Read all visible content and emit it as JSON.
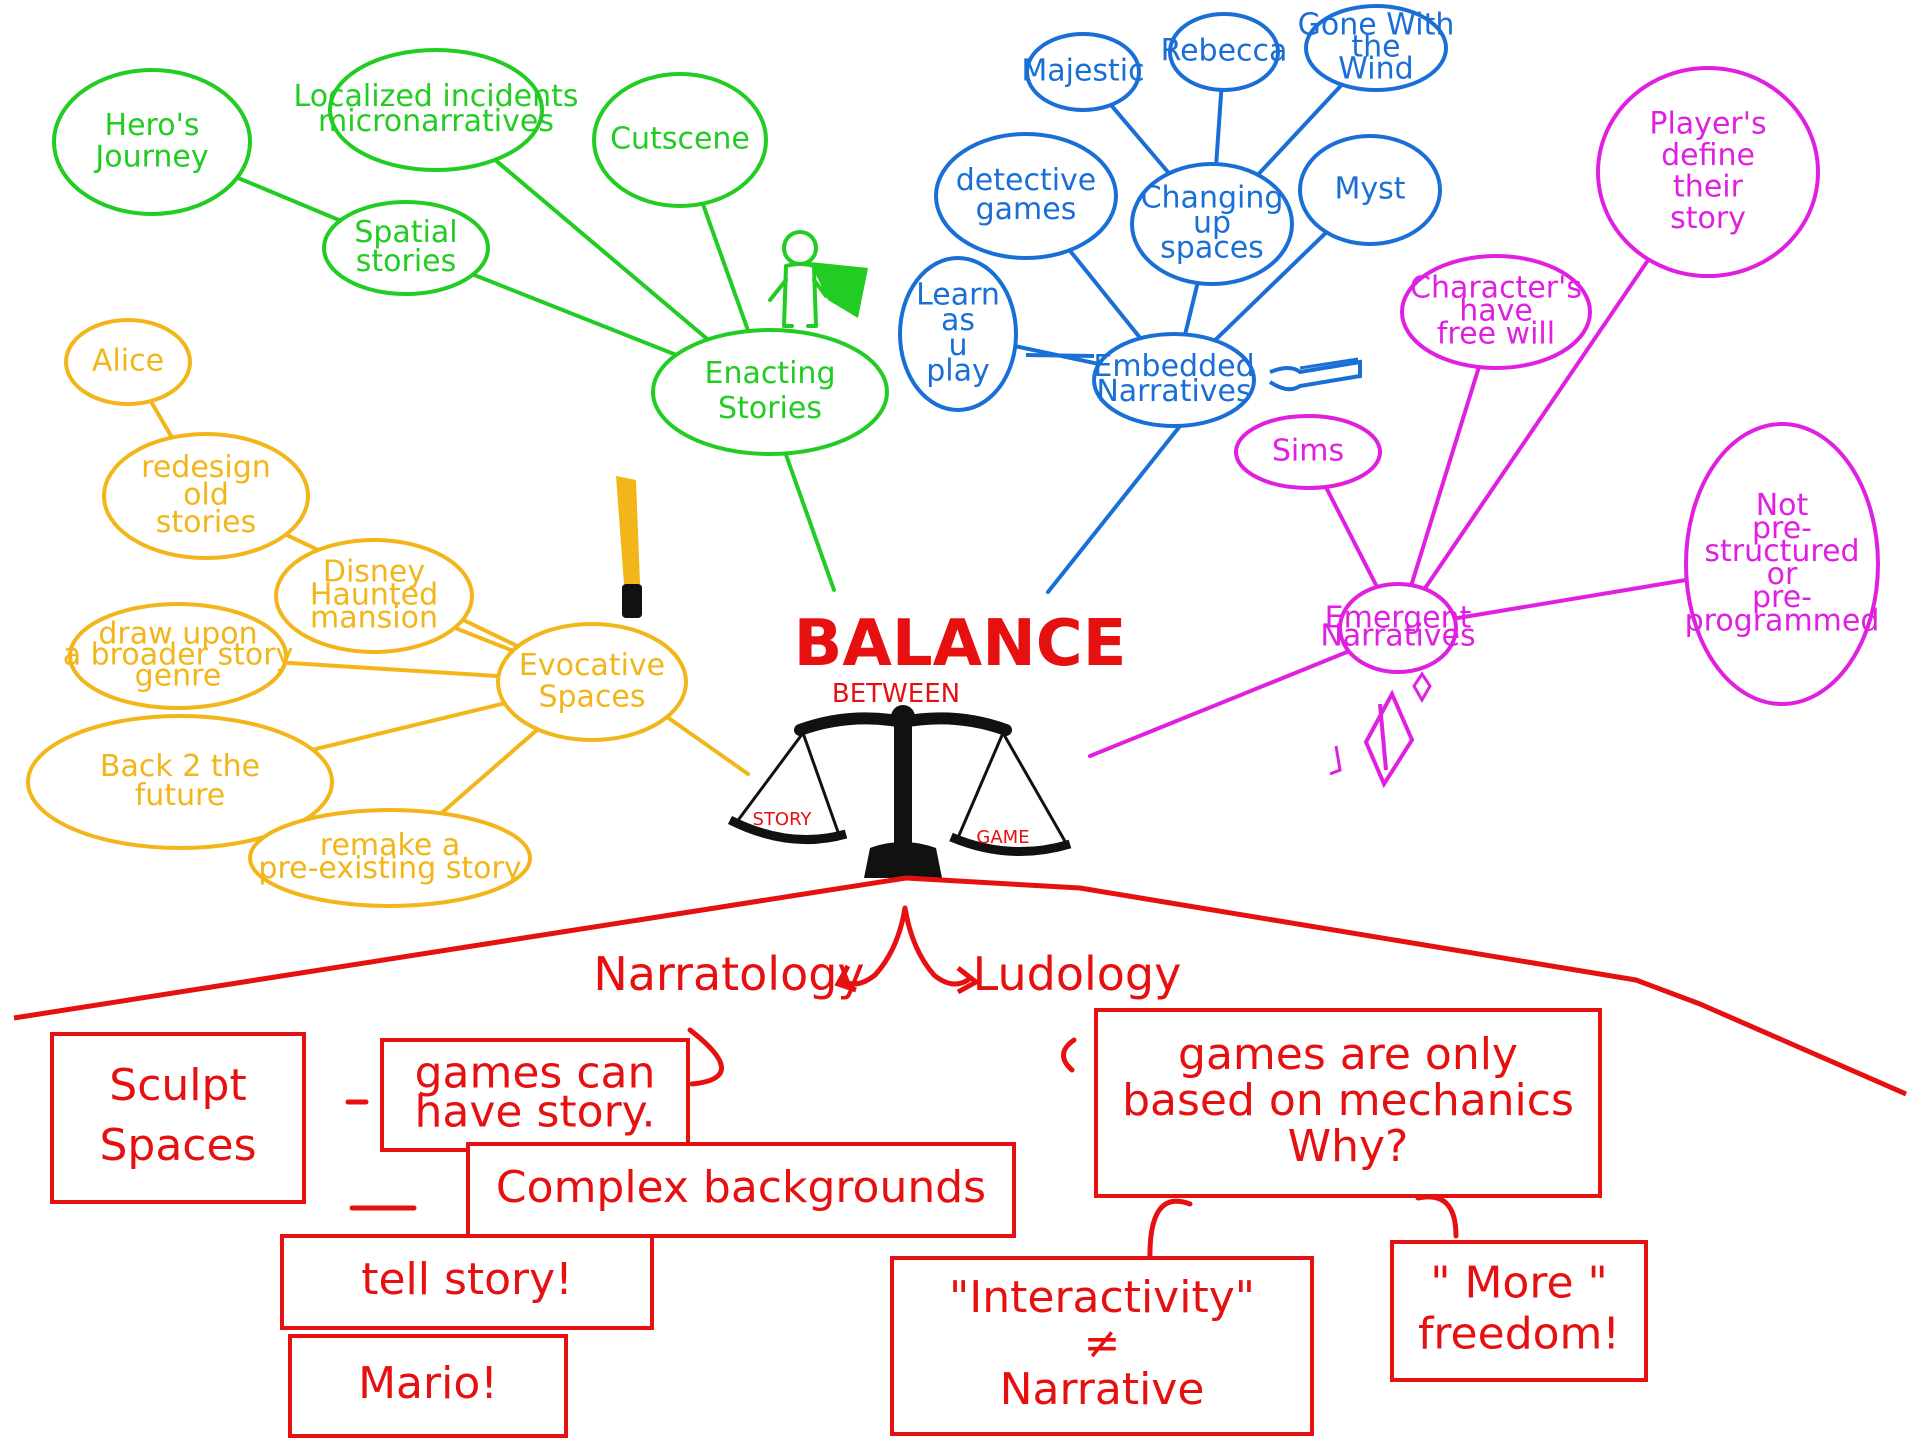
{
  "colors": {
    "green": "#22cc22",
    "blue": "#1a6fd6",
    "yellow": "#f2b51a",
    "magenta": "#e020e0",
    "red": "#e61010",
    "black": "#111111"
  },
  "center": {
    "title": "BALANCE",
    "subtitle": "BETWEEN",
    "left_pan": "STORY",
    "right_pan": "GAME",
    "icon": "balance-scale-icon"
  },
  "clusters": {
    "green": {
      "hub": [
        "Enacting",
        "Stories"
      ],
      "nodes": [
        [
          "Hero's",
          "Journey"
        ],
        [
          "Localized incidents",
          "micronarratives"
        ],
        [
          "Cutscene"
        ],
        [
          "Spatial",
          "stories"
        ]
      ],
      "icon": "caped-hero-icon"
    },
    "blue": {
      "hub": [
        "Embedded",
        "Narratives"
      ],
      "nodes": [
        [
          "Majestic"
        ],
        [
          "Rebecca"
        ],
        [
          "Gone With",
          "the",
          "Wind"
        ],
        [
          "detective",
          "games"
        ],
        [
          "Changing",
          "up",
          "spaces"
        ],
        [
          "Myst"
        ],
        [
          "Learn",
          "as",
          "u",
          "play"
        ]
      ],
      "icon": "magnifying-glass-icon"
    },
    "yellow": {
      "hub": [
        "Evocative",
        "Spaces"
      ],
      "nodes": [
        [
          "Alice"
        ],
        [
          "redesign",
          "old",
          "stories"
        ],
        [
          "Disney",
          "Haunted",
          "mansion"
        ],
        [
          "draw upon",
          "a broader story",
          "genre"
        ],
        [
          "Back 2 the",
          "future"
        ],
        [
          "remake a",
          "pre-existing story"
        ]
      ],
      "icon": "pencil-icon"
    },
    "magenta": {
      "hub": [
        "Emergent",
        "Narratives"
      ],
      "nodes": [
        [
          "Player's",
          "define",
          "their",
          "story"
        ],
        [
          "Character's",
          "have",
          "free will"
        ],
        [
          "Sims"
        ],
        [
          "Not",
          "pre-",
          "structured",
          "or",
          "pre-",
          "programmed"
        ]
      ],
      "icon": "plumbob-icon"
    }
  },
  "branches": {
    "left": "Narratology",
    "right": "Ludology"
  },
  "boxes": {
    "sculpt": [
      "Sculpt",
      "Spaces"
    ],
    "games_story": [
      "games can",
      "have story."
    ],
    "complex": [
      "Complex backgrounds"
    ],
    "tell": [
      "tell story!"
    ],
    "mario": [
      "Mario!"
    ],
    "mechanics": [
      "games are only",
      "based on mechanics",
      "Why?"
    ],
    "interactivity": [
      "\"Interactivity\"",
      "≠",
      "Narrative"
    ],
    "freedom": [
      "\" More \"",
      "freedom!"
    ]
  }
}
